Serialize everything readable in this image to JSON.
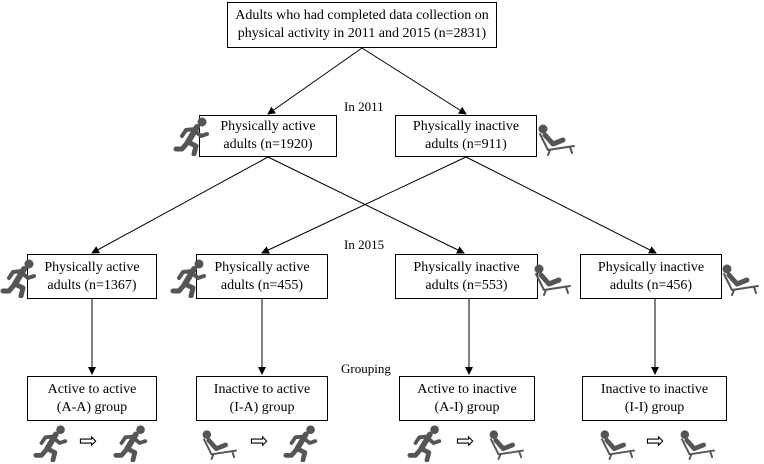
{
  "diagram": {
    "root": {
      "line1": "Adults who had completed data collection on",
      "line2": "physical activity in 2011 and 2015 (n=2831)"
    },
    "stage_2011": "In 2011",
    "stage_2015": "In 2015",
    "stage_grouping": "Grouping",
    "level_2011": [
      {
        "line1": "Physically active",
        "line2": "adults (n=1920)",
        "icon": "running-person-icon"
      },
      {
        "line1": "Physically inactive",
        "line2": "adults (n=911)",
        "icon": "reclining-person-icon"
      }
    ],
    "level_2015": [
      {
        "line1": "Physically active",
        "line2": "adults (n=1367)",
        "icon": "running-person-icon"
      },
      {
        "line1": "Physically active",
        "line2": "adults (n=455)",
        "icon": "running-person-icon"
      },
      {
        "line1": "Physically inactive",
        "line2": "adults (n=553)",
        "icon": "reclining-person-icon"
      },
      {
        "line1": "Physically inactive",
        "line2": "adults (n=456)",
        "icon": "reclining-person-icon"
      }
    ],
    "groups": [
      {
        "line1": "Active to active",
        "line2": "(A-A) group",
        "from_icon": "running-person-icon",
        "to_icon": "running-person-icon"
      },
      {
        "line1": "Inactive to active",
        "line2": "(I-A) group",
        "from_icon": "reclining-person-icon",
        "to_icon": "running-person-icon"
      },
      {
        "line1": "Active to inactive",
        "line2": "(A-I) group",
        "from_icon": "running-person-icon",
        "to_icon": "reclining-person-icon"
      },
      {
        "line1": "Inactive to inactive",
        "line2": "(I-I) group",
        "from_icon": "reclining-person-icon",
        "to_icon": "reclining-person-icon"
      }
    ],
    "transition_arrow": "⇨",
    "line_color": "#000000",
    "icon_color": "#555555"
  }
}
